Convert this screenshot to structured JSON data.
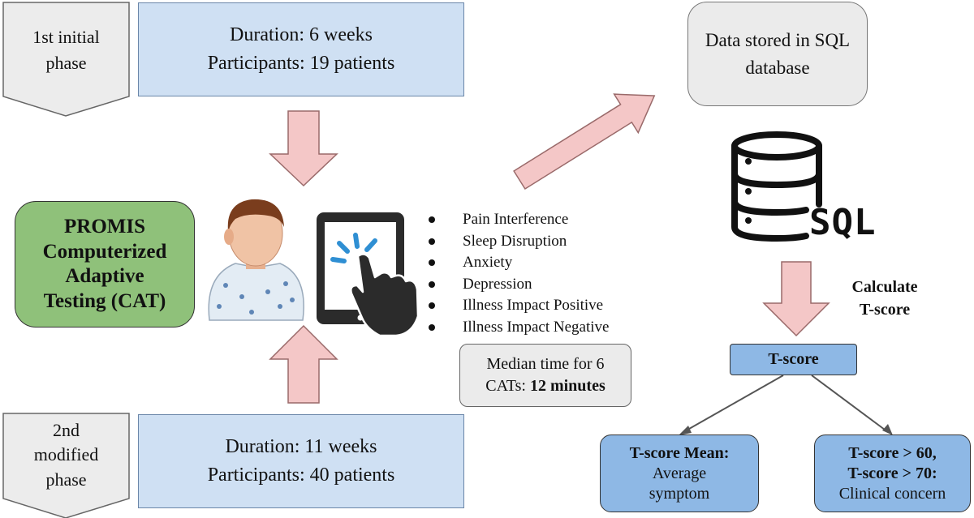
{
  "phase1": {
    "label": "1st initial phase",
    "label_lines": [
      "1st initial",
      "phase"
    ],
    "duration": "Duration: 6 weeks",
    "participants": "Participants: 19 patients"
  },
  "phase2": {
    "label": "2nd modified phase",
    "label_lines": [
      "2nd",
      "modified",
      "phase"
    ],
    "duration": "Duration: 11 weeks",
    "participants": "Participants: 40 patients"
  },
  "promis": {
    "lines": [
      "PROMIS",
      "Computerized",
      "Adaptive",
      "Testing (CAT)"
    ]
  },
  "measures": [
    "Pain Interference",
    "Sleep Disruption",
    "Anxiety",
    "Depression",
    "Illness Impact Positive",
    "Illness Impact Negative"
  ],
  "median": {
    "line1": "Median time for 6",
    "line2_prefix": "CATs: ",
    "line2_bold": "12 minutes"
  },
  "sql": {
    "line1": "Data stored in SQL",
    "line2": "database",
    "icon_text": "SQL"
  },
  "calculate": {
    "line1": "Calculate",
    "line2": "T-score"
  },
  "tscore": {
    "label": "T-score"
  },
  "result_mean": {
    "bold": "T-score Mean:",
    "line2": "Average",
    "line3": "symptom"
  },
  "result_clinical": {
    "bold1": "T-score > 60,",
    "bold2": "T-score > 70:",
    "line3": "Clinical concern"
  },
  "colors": {
    "phase_box": "#cfe0f3",
    "promis_green": "#8fc17a",
    "arrow_pink": "#f4c7c7",
    "tscore_blue": "#8eb8e5",
    "grey_box": "#ebebeb"
  }
}
